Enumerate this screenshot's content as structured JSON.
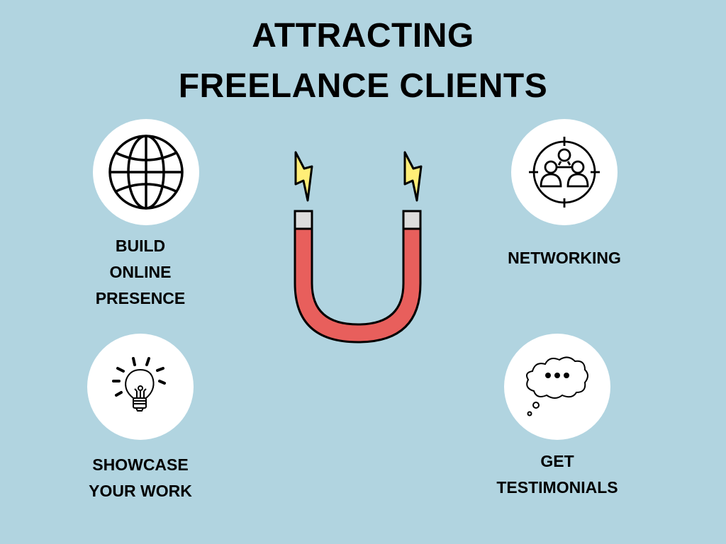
{
  "title": {
    "line1": "ATTRACTING",
    "line2": "FREELANCE CLIENTS"
  },
  "center_graphic": {
    "icon": "magnet-icon",
    "sparks": "lightning-bolt-icon",
    "colors": {
      "magnet": "#e85f5c",
      "tips": "#dddddd",
      "bolts": "#ffee77",
      "outline": "#000000"
    }
  },
  "items": [
    {
      "icon": "globe-icon",
      "lines": [
        "BUILD",
        "ONLINE",
        "PRESENCE"
      ]
    },
    {
      "icon": "network-target-icon",
      "lines": [
        "NETWORKING"
      ]
    },
    {
      "icon": "lightbulb-icon",
      "lines": [
        "SHOWCASE",
        "YOUR WORK"
      ]
    },
    {
      "icon": "thought-bubble-icon",
      "lines": [
        "GET",
        "TESTIMONIALS"
      ]
    }
  ],
  "colors": {
    "background": "#b1d4e0",
    "circle": "#ffffff",
    "text": "#000000"
  }
}
